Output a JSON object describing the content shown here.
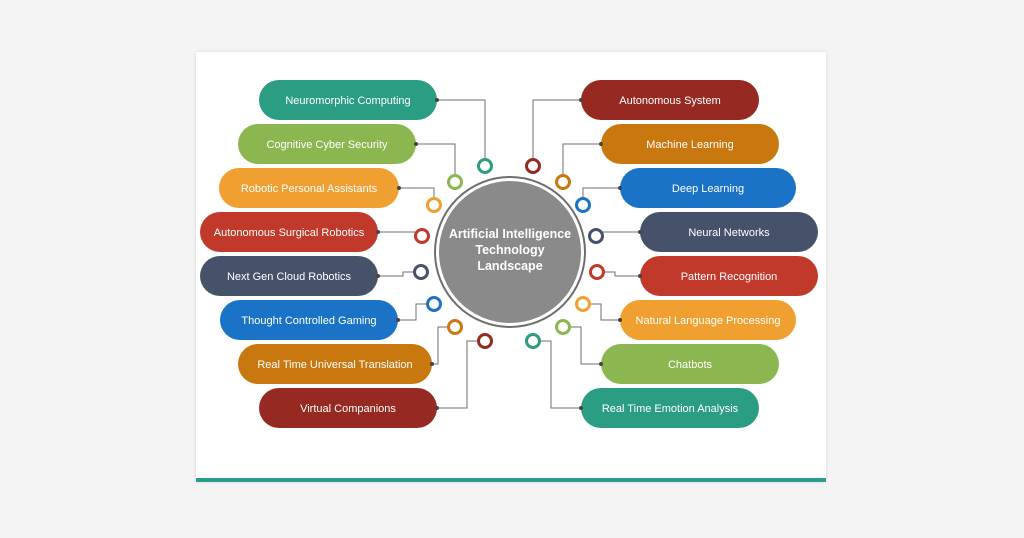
{
  "center": {
    "lines": [
      "Artificial Intelligence",
      "Technology",
      "Landscape"
    ],
    "color": "#8a8a8a"
  },
  "left_items": [
    {
      "label": "Neuromorphic Computing",
      "color": "#2a9d82"
    },
    {
      "label": "Cognitive Cyber Security",
      "color": "#8bb650"
    },
    {
      "label": "Robotic Personal Assistants",
      "color": "#f0a030"
    },
    {
      "label": "Autonomous Surgical Robotics",
      "color": "#c1392b"
    },
    {
      "label": "Next Gen Cloud Robotics",
      "color": "#46526a"
    },
    {
      "label": "Thought Controlled Gaming",
      "color": "#1a73c6"
    },
    {
      "label": "Real Time Universal Translation",
      "color": "#c9780f"
    },
    {
      "label": "Virtual Companions",
      "color": "#962a22"
    }
  ],
  "right_items": [
    {
      "label": "Autonomous System",
      "color": "#962a22"
    },
    {
      "label": "Machine Learning",
      "color": "#c9780f"
    },
    {
      "label": "Deep Learning",
      "color": "#1a73c6"
    },
    {
      "label": "Neural Networks",
      "color": "#46526a"
    },
    {
      "label": "Pattern Recognition",
      "color": "#c1392b"
    },
    {
      "label": "Natural Language Processing",
      "color": "#f0a030"
    },
    {
      "label": "Chatbots",
      "color": "#8bb650"
    },
    {
      "label": "Real Time Emotion Analysis",
      "color": "#2a9d82"
    }
  ],
  "accent_bar_color": "#2a9d8f"
}
